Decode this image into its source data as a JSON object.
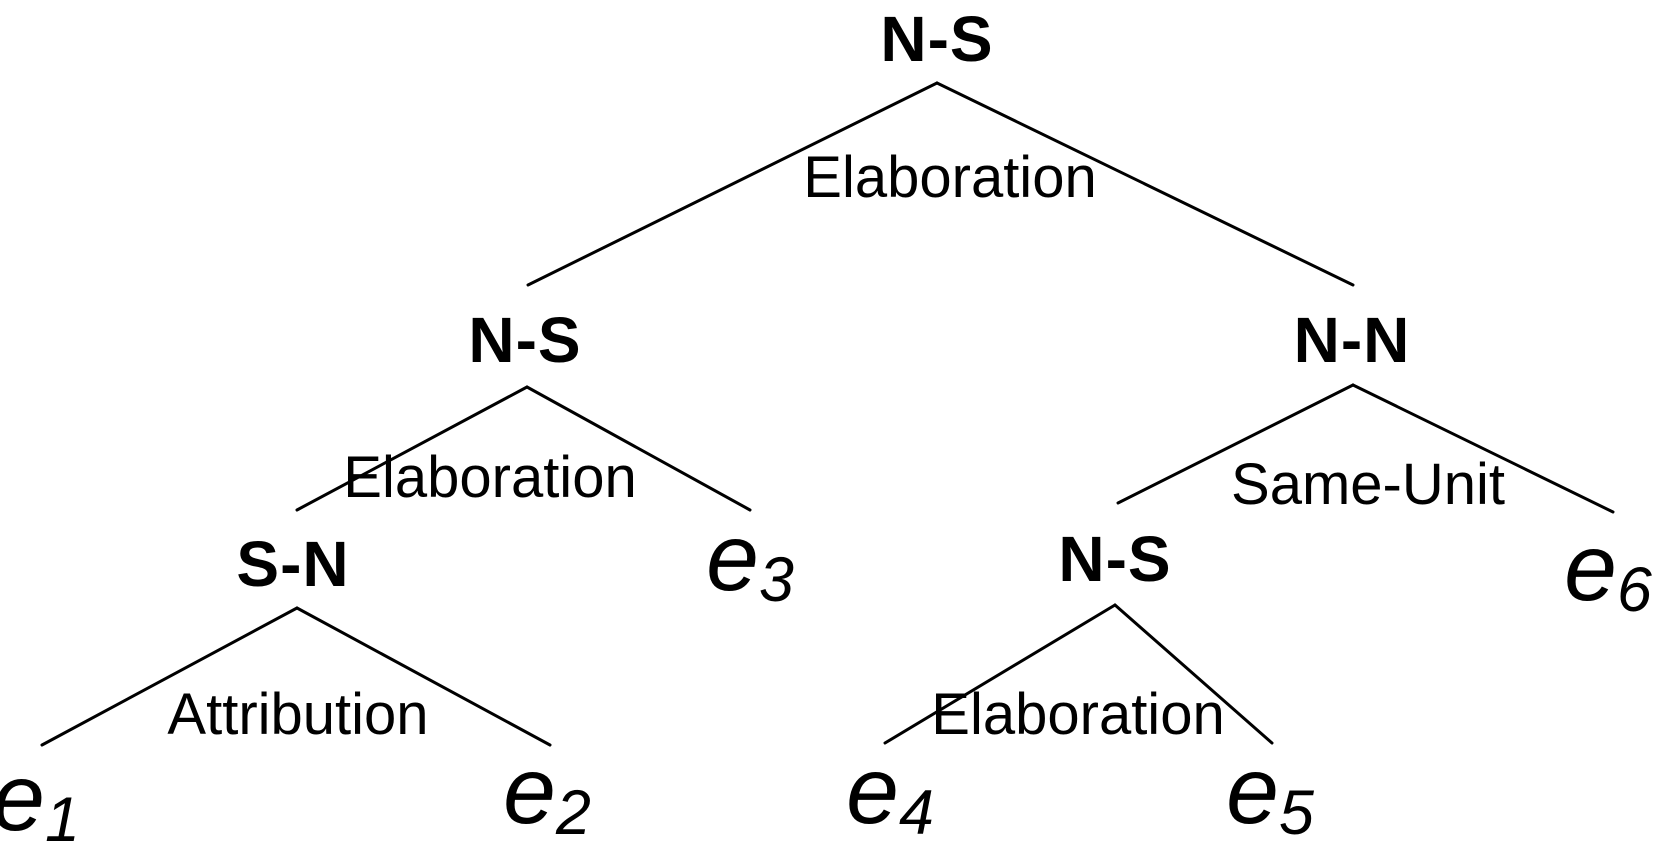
{
  "figure": {
    "background": "#ffffff",
    "ink": "#000000"
  },
  "nodes": {
    "root": {
      "label": "N-S"
    },
    "l1_left": {
      "label": "N-S"
    },
    "l1_right": {
      "label": "N-N"
    },
    "l2_left": {
      "label": "S-N"
    },
    "l2_right": {
      "label": "N-S"
    }
  },
  "relations": {
    "root": "Elaboration",
    "l1_left": "Elaboration",
    "l1_right": "Same-Unit",
    "l2_left": "Attribution",
    "l2_right": "Elaboration"
  },
  "leaves": {
    "e1": {
      "base": "e",
      "sub": "1"
    },
    "e2": {
      "base": "e",
      "sub": "2"
    },
    "e3": {
      "base": "e",
      "sub": "3"
    },
    "e4": {
      "base": "e",
      "sub": "4"
    },
    "e5": {
      "base": "e",
      "sub": "5"
    },
    "e6": {
      "base": "e",
      "sub": "6"
    }
  },
  "structure": {
    "label": "N-S",
    "relation": "Elaboration",
    "children": [
      {
        "label": "N-S",
        "relation": "Elaboration",
        "children": [
          {
            "label": "S-N",
            "relation": "Attribution",
            "children": [
              {
                "leaf": "e1"
              },
              {
                "leaf": "e2"
              }
            ]
          },
          {
            "leaf": "e3"
          }
        ]
      },
      {
        "label": "N-N",
        "relation": "Same-Unit",
        "children": [
          {
            "label": "N-S",
            "relation": "Elaboration",
            "children": [
              {
                "leaf": "e4"
              },
              {
                "leaf": "e5"
              }
            ]
          },
          {
            "leaf": "e6"
          }
        ]
      }
    ]
  }
}
